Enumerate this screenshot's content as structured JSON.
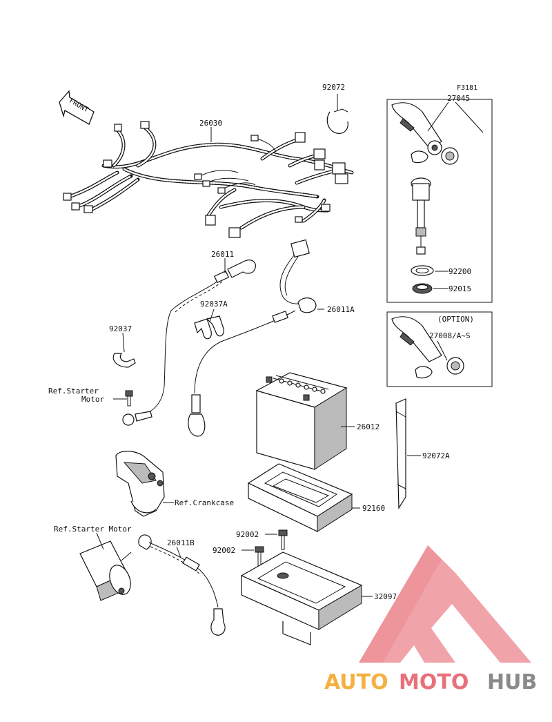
{
  "diagram_code": "F3181",
  "front_arrow_label": "FRONT",
  "callouts": {
    "p92072": "92072",
    "p27045": "27045",
    "p26030": "26030",
    "p26011": "26011",
    "p92037A": "92037A",
    "p26011A": "26011A",
    "p92200": "92200",
    "p92015": "92015",
    "p92037": "92037",
    "option": "(OPTION)",
    "p27008": "27008/A~S",
    "ref_starter_1": "Ref.Starter",
    "ref_starter_2": "Motor",
    "p26012": "26012",
    "p92072A": "92072A",
    "ref_crankcase": "Ref.Crankcase",
    "p92160": "92160",
    "ref_starter_motor": "Ref.Starter Motor",
    "p26011B": "26011B",
    "p92002a": "92002",
    "p92002b": "92002",
    "p32097": "32097"
  },
  "watermark": {
    "part1": "AUTO",
    "part2": "MOTO",
    "part3": "HUB",
    "color_orange": "#f5b041",
    "color_red": "#e8707a",
    "color_grey": "#8a8a8a"
  }
}
